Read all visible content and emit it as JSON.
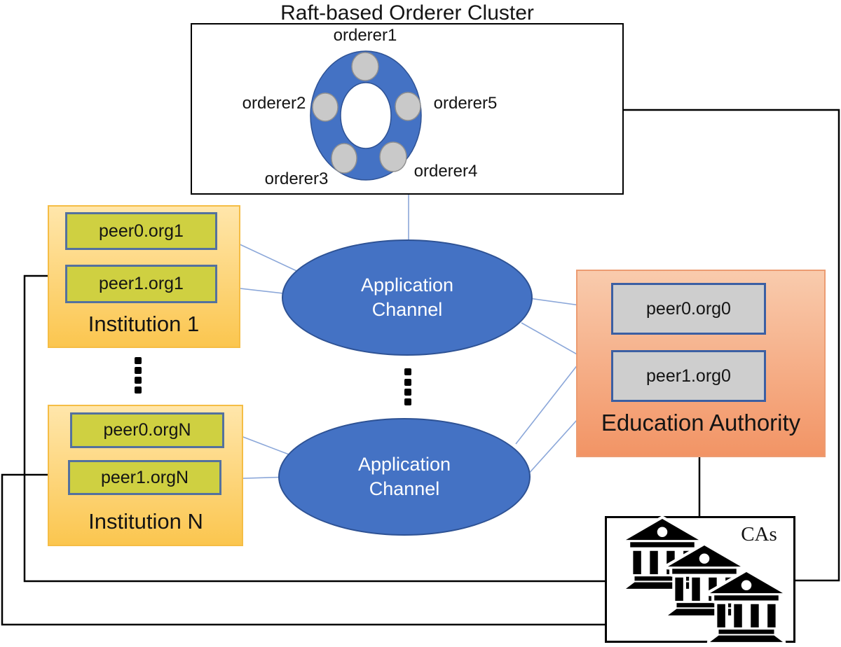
{
  "diagram": {
    "title": "Raft-based Orderer Cluster",
    "orderers": [
      "orderer1",
      "orderer2",
      "orderer3",
      "orderer4",
      "orderer5"
    ],
    "channels": [
      {
        "label": "Application Channel"
      },
      {
        "label": "Application Channel"
      }
    ],
    "institutions": [
      {
        "name": "Institution 1",
        "peers": [
          "peer0.org1",
          "peer1.org1"
        ]
      },
      {
        "name": "Institution N",
        "peers": [
          "peer0.orgN",
          "peer1.orgN"
        ]
      }
    ],
    "education_authority": {
      "name": "Education Authority",
      "peers": [
        "peer0.org0",
        "peer1.org0"
      ]
    },
    "cas_label": "CAs"
  },
  "colors": {
    "channel_fill": "#4472C4",
    "channel_border": "#2E5294",
    "institution_fill_top": "#FFE6AB",
    "institution_fill_bottom": "#FBC64F",
    "green_peer_fill": "#CFD041",
    "green_peer_border": "#54719E",
    "gray_peer_fill": "#CECECE",
    "gray_peer_border": "#3B5FA3",
    "authority_fill_top": "#F9CBAD",
    "authority_fill_bottom": "#F29465",
    "orderer_ring_fill": "#4472C4",
    "orderer_node_fill": "#C9C9C9",
    "connector_blue": "#8BA7D9",
    "connector_black": "#000000"
  }
}
